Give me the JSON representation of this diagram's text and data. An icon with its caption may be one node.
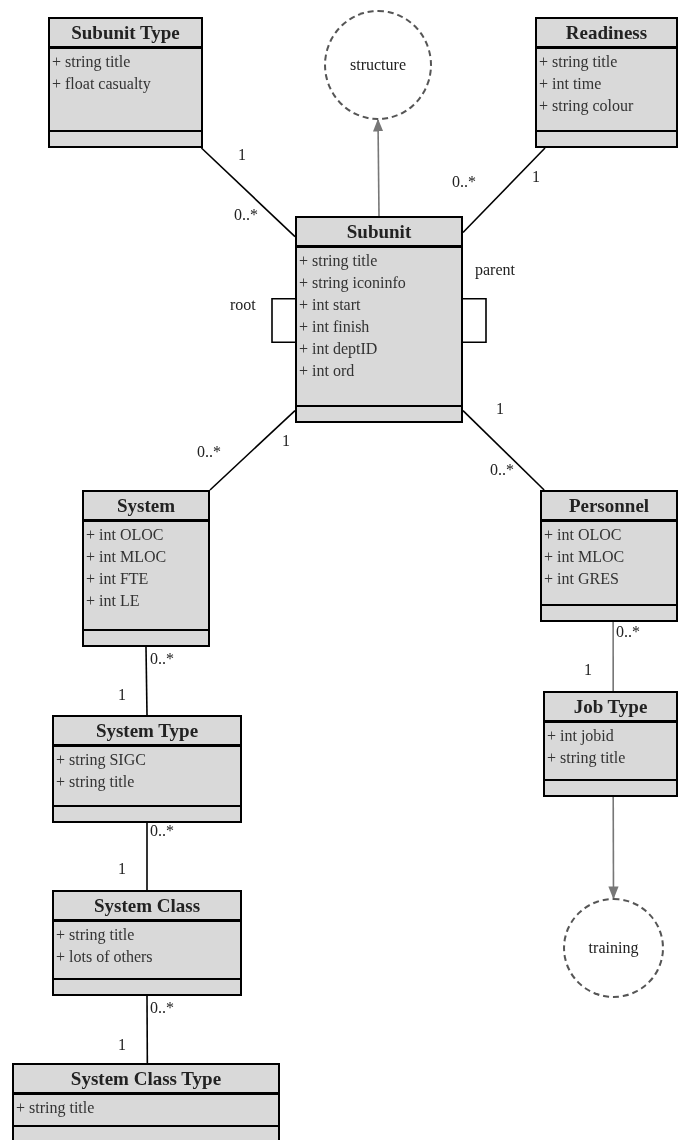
{
  "diagram": {
    "nodes": [
      {
        "text": [
          "Subunit Type",
          "+ string title",
          "+ float casualty"
        ]
      },
      {
        "text": [
          "structure"
        ]
      },
      {
        "text": [
          "Readiness",
          "+ string title",
          "+ int time",
          "+ string colour"
        ]
      },
      {
        "text": [
          "Subunit",
          "+ string title",
          "+ string iconinfo",
          "+ int start",
          "+ int finish",
          "+ int deptID",
          "+ int ord"
        ]
      },
      {
        "text": [
          "System",
          "+ int OLOC",
          "+ int MLOC",
          "+ int FTE",
          "+ int LE"
        ]
      },
      {
        "text": [
          "Personnel",
          "+ int OLOC",
          "+ int MLOC",
          "+ int GRES"
        ]
      },
      {
        "text": [
          "System Type",
          "+ string SIGC",
          "+ string title"
        ]
      },
      {
        "text": [
          "Job Type",
          "+ int jobid",
          "+ string title"
        ]
      },
      {
        "text": [
          "System Class",
          "+ string title",
          "+ lots of others"
        ]
      },
      {
        "text": [
          "training"
        ]
      },
      {
        "text": [
          "System Class Type",
          "+ string title"
        ]
      }
    ],
    "edges": [
      {
        "from": 0,
        "to": 3,
        "arrow": "none"
      },
      {
        "from": 3,
        "to": 1,
        "arrow": "to",
        "color": "#777777"
      },
      {
        "from": 2,
        "to": 3,
        "arrow": "none"
      },
      {
        "from": 3,
        "to": 3,
        "arrow": "none",
        "label": "root"
      },
      {
        "from": 3,
        "to": 3,
        "arrow": "none",
        "label": "parent"
      },
      {
        "from": 3,
        "to": 4,
        "arrow": "none"
      },
      {
        "from": 3,
        "to": 5,
        "arrow": "none"
      },
      {
        "from": 4,
        "to": 6,
        "arrow": "none"
      },
      {
        "from": 5,
        "to": 7,
        "arrow": "none",
        "color": "#777777"
      },
      {
        "from": 6,
        "to": 8,
        "arrow": "none"
      },
      {
        "from": 7,
        "to": 9,
        "arrow": "to",
        "color": "#777777"
      },
      {
        "from": 8,
        "to": 10,
        "arrow": "none"
      }
    ],
    "labels": [
      "1",
      "0..*",
      "1",
      "0..*",
      "1",
      "1",
      "0..*",
      "0..*",
      "0..*",
      "0..*",
      "1",
      "1",
      "0..*",
      "1",
      "0..*",
      "1"
    ]
  }
}
